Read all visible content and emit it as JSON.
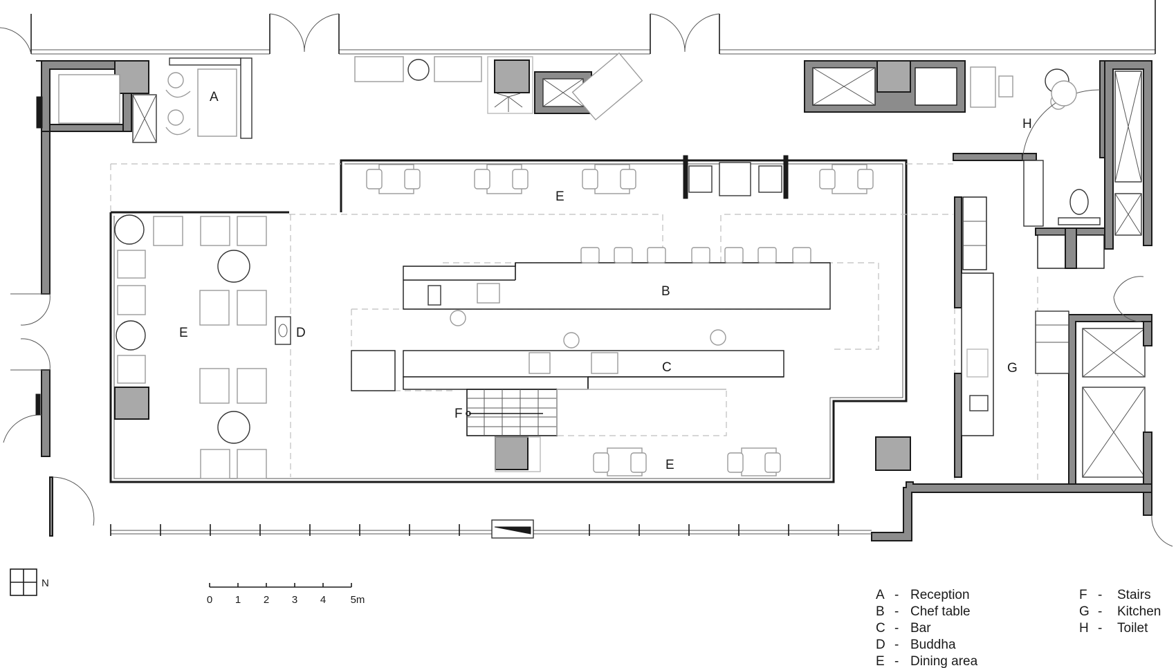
{
  "room_labels": {
    "a": "A",
    "b": "B",
    "c": "C",
    "d": "D",
    "e_left": "E",
    "e_top": "E",
    "e_bottom": "E",
    "f": "F",
    "g": "G",
    "h": "H"
  },
  "north_label": "N",
  "scale": {
    "ticks": [
      "0",
      "1",
      "2",
      "3",
      "4",
      "5m"
    ]
  },
  "legend": [
    {
      "key": "A",
      "sep": "-",
      "text": "Reception"
    },
    {
      "key": "B",
      "sep": "-",
      "text": "Chef table"
    },
    {
      "key": "C",
      "sep": "-",
      "text": "Bar"
    },
    {
      "key": "D",
      "sep": "-",
      "text": "Buddha"
    },
    {
      "key": "E",
      "sep": "-",
      "text": "Dining area"
    },
    {
      "key": "F",
      "sep": "-",
      "text": "Stairs"
    },
    {
      "key": "G",
      "sep": "-",
      "text": "Kitchen"
    },
    {
      "key": "H",
      "sep": "-",
      "text": "Toilet"
    }
  ]
}
